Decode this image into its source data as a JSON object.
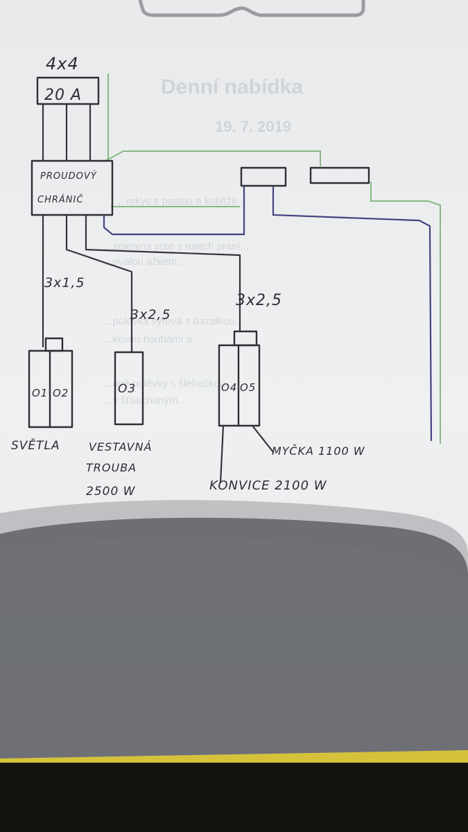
{
  "supply": {
    "cable": "4x4",
    "breaker": "20 A"
  },
  "rcd": {
    "line1": "PROUDOVÝ",
    "line2": "CHRÁNIČ"
  },
  "cables": {
    "c1": "3x1,5",
    "c2": "3x2,5",
    "c3": "3x2,5"
  },
  "circuits": {
    "o1": "O1",
    "o2": "O2",
    "o3": "O3",
    "o4": "O4",
    "o5": "O5"
  },
  "loads": {
    "lights": "SVĚTLA",
    "oven_line1": "VESTAVNÁ",
    "oven_line2": "TROUBA",
    "oven_power": "2500 W",
    "kettle": "KONVICE 2100 W",
    "dishwasher": "MYČKA 1100 W"
  },
  "background_sheet": {
    "heading": "Denní nabídka",
    "date": "19. 7. 2019",
    "line1": "...mkys s pastou a koblížk...",
    "line2": "...zelenina soté s rotech praní...",
    "line3": "...ovalou ažkem...",
    "line4": "...polévka sýrová s bazalkou...",
    "line5": "...kovou houbami a ...",
    "line6": "...ové polévky s šlehačkou...",
    "line7": "...s šťouchaným..."
  },
  "colors": {
    "paper": "#ecedee",
    "ink": "#2c2c33",
    "earth_wire": "#86b884",
    "neutral_wire": "#41437e",
    "table": "#151310",
    "yellow_edge": "#d6c23a"
  }
}
